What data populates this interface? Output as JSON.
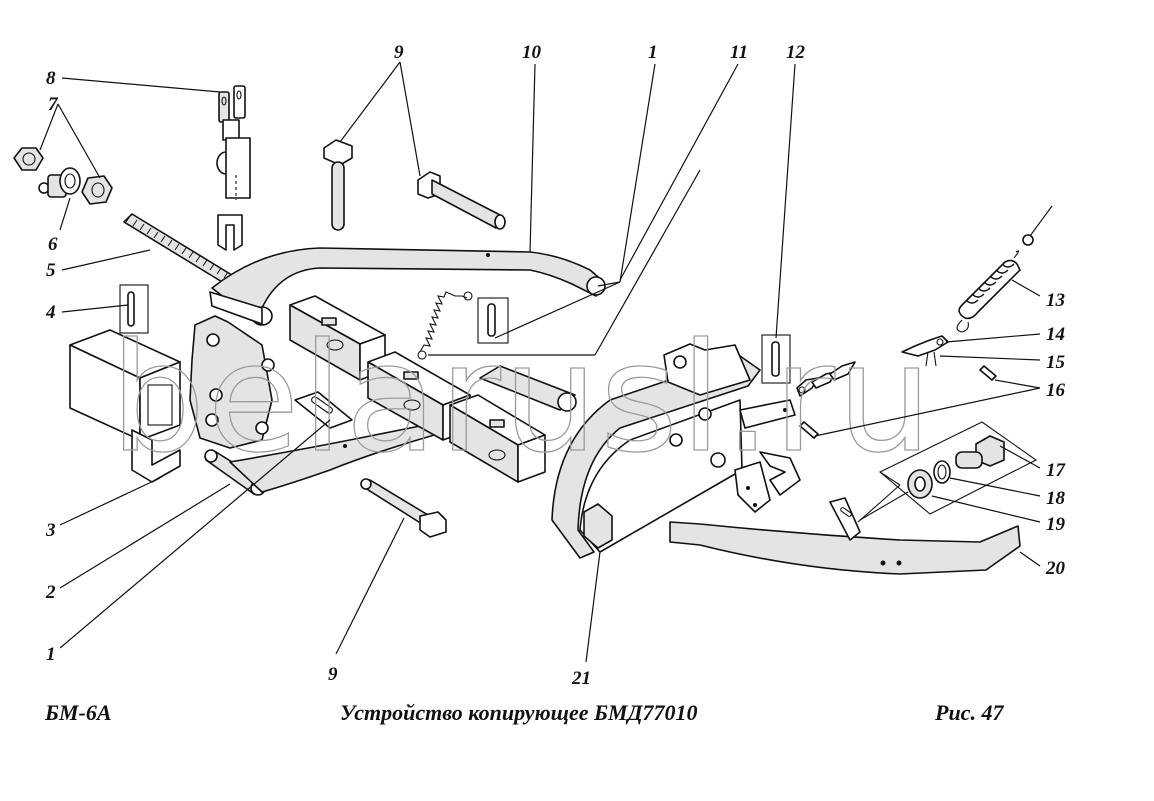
{
  "diagram": {
    "type": "exploded-parts-view",
    "subject": "Устройство копирующее",
    "callouts": [
      {
        "id": "c8",
        "label": "8"
      },
      {
        "id": "c7",
        "label": "7"
      },
      {
        "id": "c6",
        "label": "6"
      },
      {
        "id": "c5",
        "label": "5"
      },
      {
        "id": "c4",
        "label": "4"
      },
      {
        "id": "c3",
        "label": "3"
      },
      {
        "id": "c2",
        "label": "2"
      },
      {
        "id": "c1a",
        "label": "1"
      },
      {
        "id": "c1b",
        "label": "1"
      },
      {
        "id": "c9a",
        "label": "9"
      },
      {
        "id": "c9b",
        "label": "9"
      },
      {
        "id": "c10",
        "label": "10"
      },
      {
        "id": "c11",
        "label": "11"
      },
      {
        "id": "c12",
        "label": "12"
      },
      {
        "id": "c13",
        "label": "13"
      },
      {
        "id": "c14",
        "label": "14"
      },
      {
        "id": "c15",
        "label": "15"
      },
      {
        "id": "c16",
        "label": "16"
      },
      {
        "id": "c17",
        "label": "17"
      },
      {
        "id": "c18",
        "label": "18"
      },
      {
        "id": "c19",
        "label": "19"
      },
      {
        "id": "c20",
        "label": "20"
      },
      {
        "id": "c21",
        "label": "21"
      }
    ],
    "watermark": "belarusl.ru"
  },
  "footer": {
    "model": "БМ-6А",
    "title": "Устройство копирующее  БМД77010",
    "figure": "Рис.   47"
  }
}
